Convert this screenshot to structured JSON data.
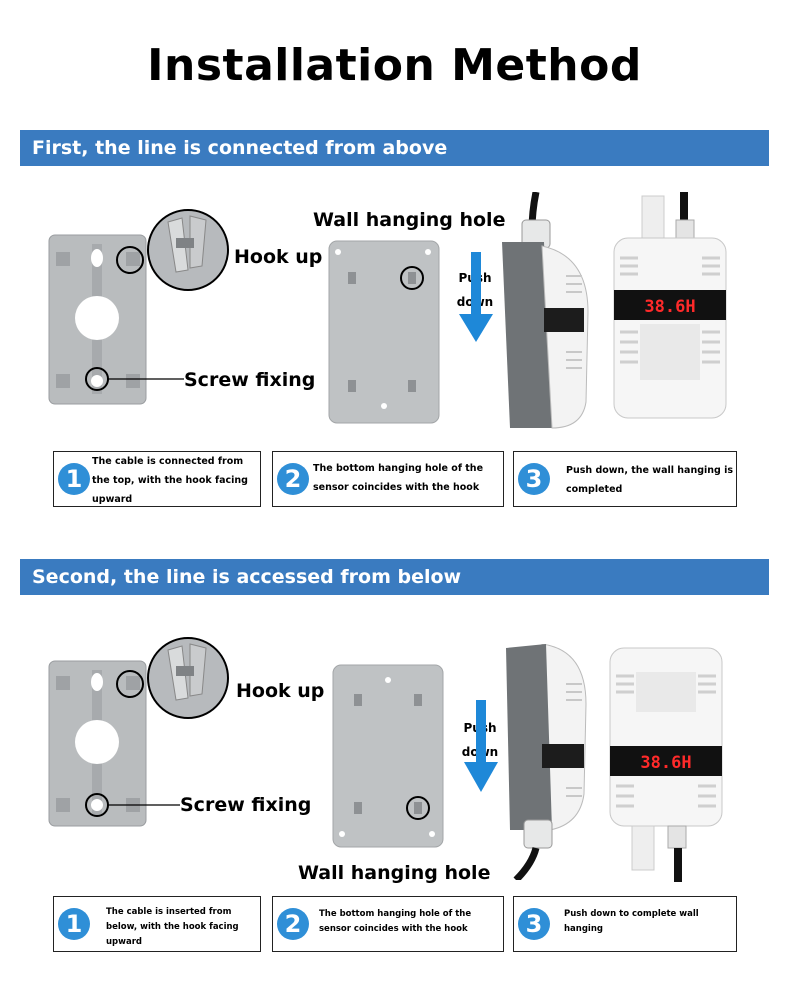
{
  "title": "Installation Method",
  "section1": {
    "heading": "First, the line is connected from above",
    "hook_label": "Hook up",
    "screw_label": "Screw fixing",
    "wall_hole_label": "Wall hanging hole",
    "push_label_line1": "Push",
    "push_label_line2": "down",
    "display_value": "38.6H",
    "steps": [
      {
        "number": "1",
        "text": "The cable is connected from the top, with the hook facing upward"
      },
      {
        "number": "2",
        "text": "The bottom hanging hole of the sensor coincides with the hook"
      },
      {
        "number": "3",
        "text": "Push down, the wall hanging is completed"
      }
    ]
  },
  "section2": {
    "heading": "Second, the line is accessed from below",
    "hook_label": "Hook up",
    "screw_label": "Screw fixing",
    "wall_hole_label": "Wall hanging hole",
    "push_label_line1": "Push",
    "push_label_line2": "down",
    "display_value": "38.6H",
    "steps": [
      {
        "number": "1",
        "text": "The cable is inserted from below, with the hook facing upward"
      },
      {
        "number": "2",
        "text": "The bottom hanging hole of the sensor coincides with the hook"
      },
      {
        "number": "3",
        "text": "Push down to complete wall hanging"
      }
    ]
  },
  "colors": {
    "banner": "#3a7bc0",
    "step_circle": "#2f8fd7",
    "arrow": "#1e88d8",
    "display_digits": "#ff2a2a"
  }
}
